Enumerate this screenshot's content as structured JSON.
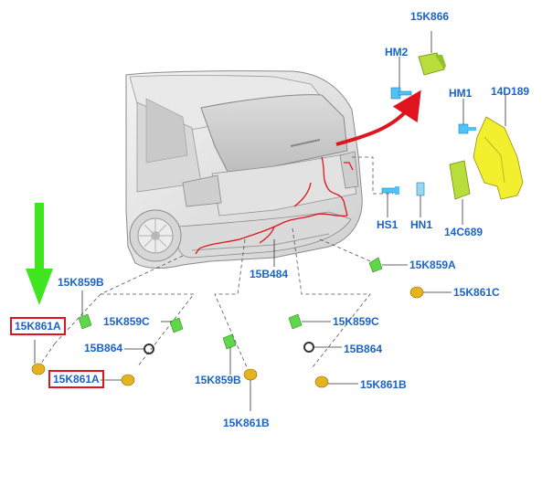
{
  "labels": {
    "k866": "15K866",
    "hm2": "HM2",
    "hm1": "HM1",
    "d189": "14D189",
    "hs1": "HS1",
    "hn1": "HN1",
    "c689": "14C689",
    "b484": "15B484",
    "k859a": "15K859A",
    "k861c": "15K861C",
    "k859b_left": "15K859B",
    "k861a_top": "15K861A",
    "k859c_left": "15K859C",
    "b864_left": "15B864",
    "k861a_bottom": "15K861A",
    "k859c_right": "15K859C",
    "b864_right": "15B864",
    "k859b_center": "15K859B",
    "k861b_center": "15K861B",
    "k861b_right": "15K861B"
  },
  "colors": {
    "label": "#1a63c9",
    "highlight_box": "#e0141e",
    "callout_arrow": "#e0141e",
    "pointer_arrow": "#3fe61f",
    "wiring": "#e0141e",
    "bracket": "#f2ef2e",
    "module": "#b7de3a",
    "sensor_green": "#5ed84a",
    "sensor_amber": "#e5b31f",
    "fastener": "#4fc3f7"
  },
  "icons": [
    "car-rear-view",
    "arrow-down-green",
    "arrow-curved-red",
    "sensor-icon",
    "clip-ring-icon",
    "module-icon",
    "bracket-icon"
  ]
}
